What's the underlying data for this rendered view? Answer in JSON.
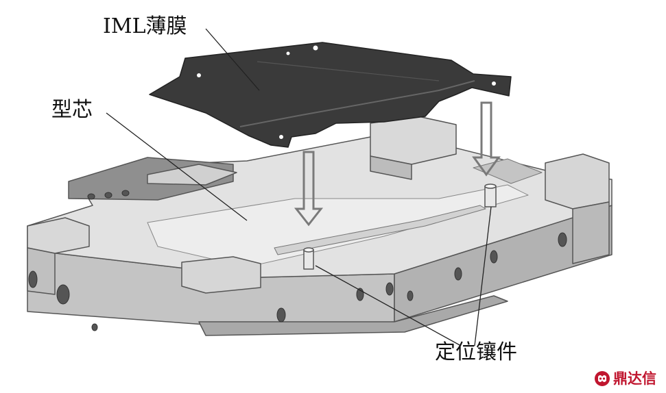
{
  "labels": {
    "film": "IML薄膜",
    "core": "型芯",
    "insert": "定位镶件"
  },
  "watermark": {
    "text": "鼎达信",
    "icon": "brand-logo-icon",
    "color": "#c0162f"
  },
  "colors": {
    "film": "#3a3a3a",
    "core_top": "#e4e4e4",
    "core_side": "#c8c8c8",
    "core_front": "#bdbdbd",
    "arrow": "#777777",
    "leader": "#222222"
  },
  "icons": [
    "down-arrow-icon",
    "down-arrow-icon",
    "brand-logo-icon"
  ]
}
